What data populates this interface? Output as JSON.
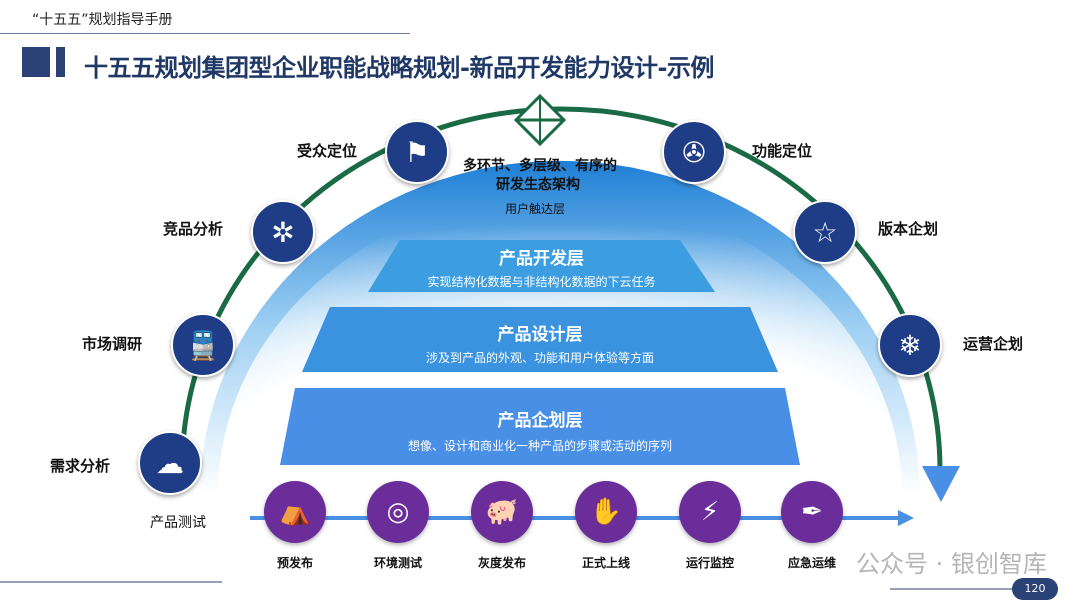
{
  "header": {
    "doc_title": "“十五五”规划指导手册",
    "page_title": "十五五规划集团型企业职能战略规划-新品开发能力设计-示例"
  },
  "center": {
    "title_line1": "多环节、多层级、有序的",
    "title_line2": "研发生态架构",
    "user_layer": "用户触达层"
  },
  "layers": [
    {
      "title": "产品开发层",
      "desc": "实现结构化数据与非结构化数据的下云任务"
    },
    {
      "title": "产品设计层",
      "desc": "涉及到产品的外观、功能和用户体验等方面"
    },
    {
      "title": "产品企划层",
      "desc": "想像、设计和商业化一种产品的步骤或活动的序列"
    }
  ],
  "arc_items": [
    {
      "label": "需求分析",
      "icon": "sound-cloud-icon"
    },
    {
      "label": "市场调研",
      "icon": "train-icon"
    },
    {
      "label": "竞品分析",
      "icon": "satellite-icon"
    },
    {
      "label": "受众定位",
      "icon": "map-icon"
    },
    {
      "label": "功能定位",
      "icon": "fan-icon"
    },
    {
      "label": "版本企划",
      "icon": "shooting-star-icon"
    },
    {
      "label": "运营企划",
      "icon": "snowflake-icon"
    }
  ],
  "test_label": "产品测试",
  "steps": [
    {
      "label": "预发布",
      "icon": "launch-icon"
    },
    {
      "label": "环境测试",
      "icon": "spiral-icon"
    },
    {
      "label": "灰度发布",
      "icon": "piggy-bank-icon"
    },
    {
      "label": "正式上线",
      "icon": "hand-coins-icon"
    },
    {
      "label": "运行监控",
      "icon": "plug-icon"
    },
    {
      "label": "应急运维",
      "icon": "feather-icon"
    }
  ],
  "watermark": "公众号 · 银创智库",
  "page_number": "120",
  "colors": {
    "navy": "#1f3d86",
    "purple": "#6b2d9a",
    "arc": "#1a6b45"
  }
}
